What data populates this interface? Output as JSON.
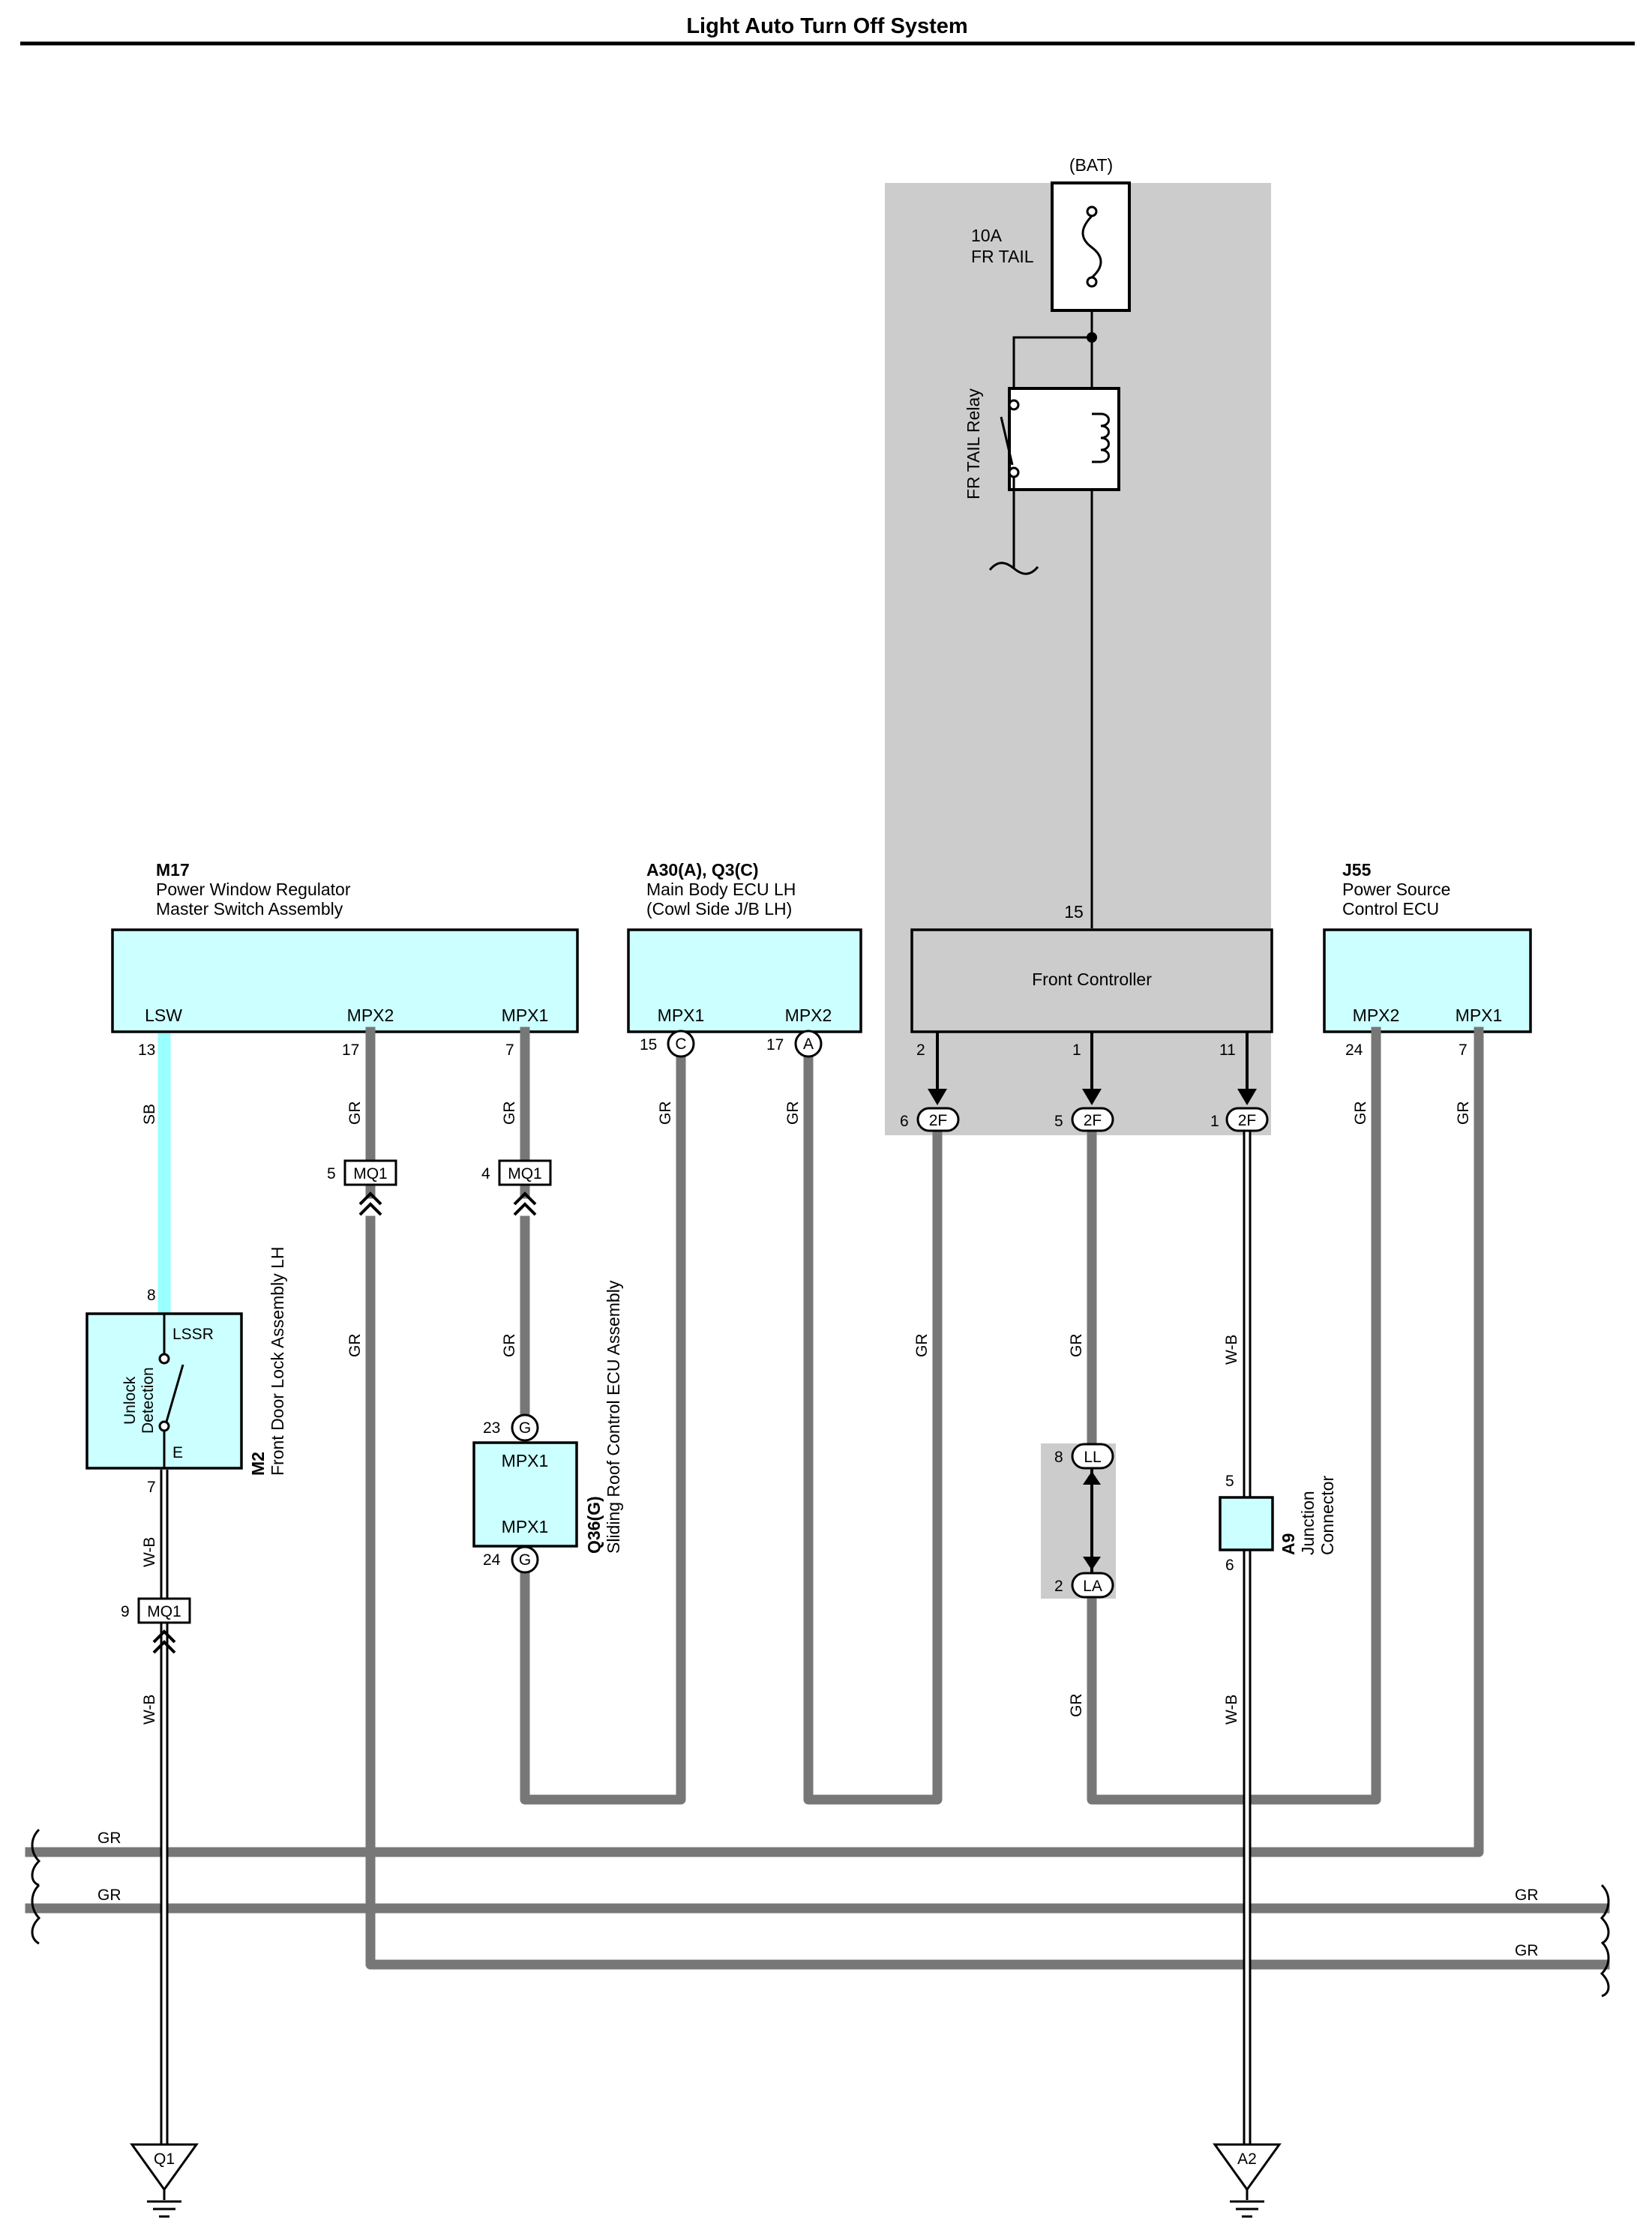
{
  "title": "Light Auto Turn Off System",
  "bat_label": "(BAT)",
  "fuse": {
    "rating": "10A",
    "name": "FR TAIL"
  },
  "relay_label": "FR TAIL Relay",
  "components": {
    "m17": {
      "code": "M17",
      "line1": "Power Window Regulator",
      "line2": "Master Switch Assembly",
      "pins": {
        "lsw": "LSW",
        "mpx2": "MPX2",
        "mpx1": "MPX1"
      },
      "pin_nums": {
        "lsw": "13",
        "mpx2": "17",
        "mpx1": "7"
      }
    },
    "a30": {
      "code": "A30(A), Q3(C)",
      "line1": "Main Body ECU LH",
      "line2": "(Cowl Side J/B LH)",
      "pins": {
        "mpx1": "MPX1",
        "mpx2": "MPX2"
      },
      "pin_nums": {
        "mpx1": "15",
        "mpx2": "17"
      },
      "conn": {
        "mpx1": "C",
        "mpx2": "A"
      }
    },
    "front_controller": {
      "label": "Front Controller",
      "pin_top": "15",
      "pins": [
        "2",
        "1",
        "11"
      ]
    },
    "j55": {
      "code": "J55",
      "line1": "Power Source",
      "line2": "Control ECU",
      "pins": {
        "mpx2": "MPX2",
        "mpx1": "MPX1"
      },
      "pin_nums": {
        "mpx2": "24",
        "mpx1": "7"
      }
    },
    "m2": {
      "code": "M2",
      "name": "Front Door Lock Assembly LH",
      "inner1": "Unlock",
      "inner2": "Detection",
      "lssr": "LSSR",
      "e": "E",
      "pin_top": "8",
      "pin_bot": "7"
    },
    "q36": {
      "code": "Q36(G)",
      "name": "Sliding Roof Control ECU Assembly",
      "mpx_top": "MPX1",
      "mpx_bot": "MPX1",
      "pin_top": "23",
      "pin_bot": "24",
      "conn": "G"
    },
    "a9": {
      "code": "A9",
      "line1": "Junction",
      "line2": "Connector",
      "pin_top": "5",
      "pin_bot": "6"
    }
  },
  "connectors": {
    "mq1_a": {
      "name": "MQ1",
      "pin": "5"
    },
    "mq1_b": {
      "name": "MQ1",
      "pin": "4"
    },
    "mq1_c": {
      "name": "MQ1",
      "pin": "9"
    },
    "twof_a": {
      "name": "2F",
      "pin": "6"
    },
    "twof_b": {
      "name": "2F",
      "pin": "5"
    },
    "twof_c": {
      "name": "2F",
      "pin": "1"
    },
    "ll": {
      "name": "LL",
      "pin": "8"
    },
    "la": {
      "name": "LA",
      "pin": "2"
    }
  },
  "wire_colors": {
    "sb": "SB",
    "gr": "GR",
    "wb": "W-B"
  },
  "grounds": {
    "left": "Q1",
    "right": "A2"
  },
  "colors": {
    "ecu_fill": "#ccffff",
    "shade": "#cccccc",
    "wire_gr": "#777777",
    "wire_sb": "#99ffff"
  }
}
